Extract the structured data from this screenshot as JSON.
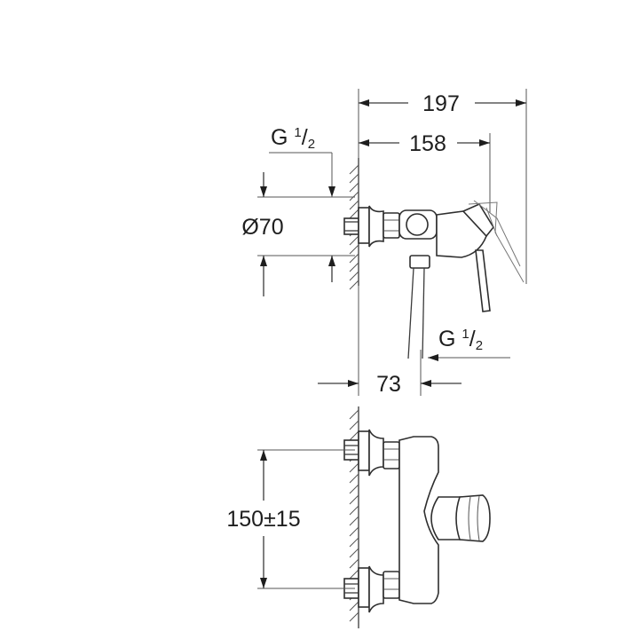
{
  "dimensions": {
    "overall_depth": "197",
    "handle_depth": "158",
    "thread_top": {
      "main": "G ",
      "num": "1",
      "sep": "/",
      "den": "2"
    },
    "rosette_diameter": "Ø70",
    "thread_outlet": {
      "main": "G ",
      "num": "1",
      "sep": "/",
      "den": "2"
    },
    "outlet_offset": "73",
    "inlet_spacing": "150±15"
  }
}
